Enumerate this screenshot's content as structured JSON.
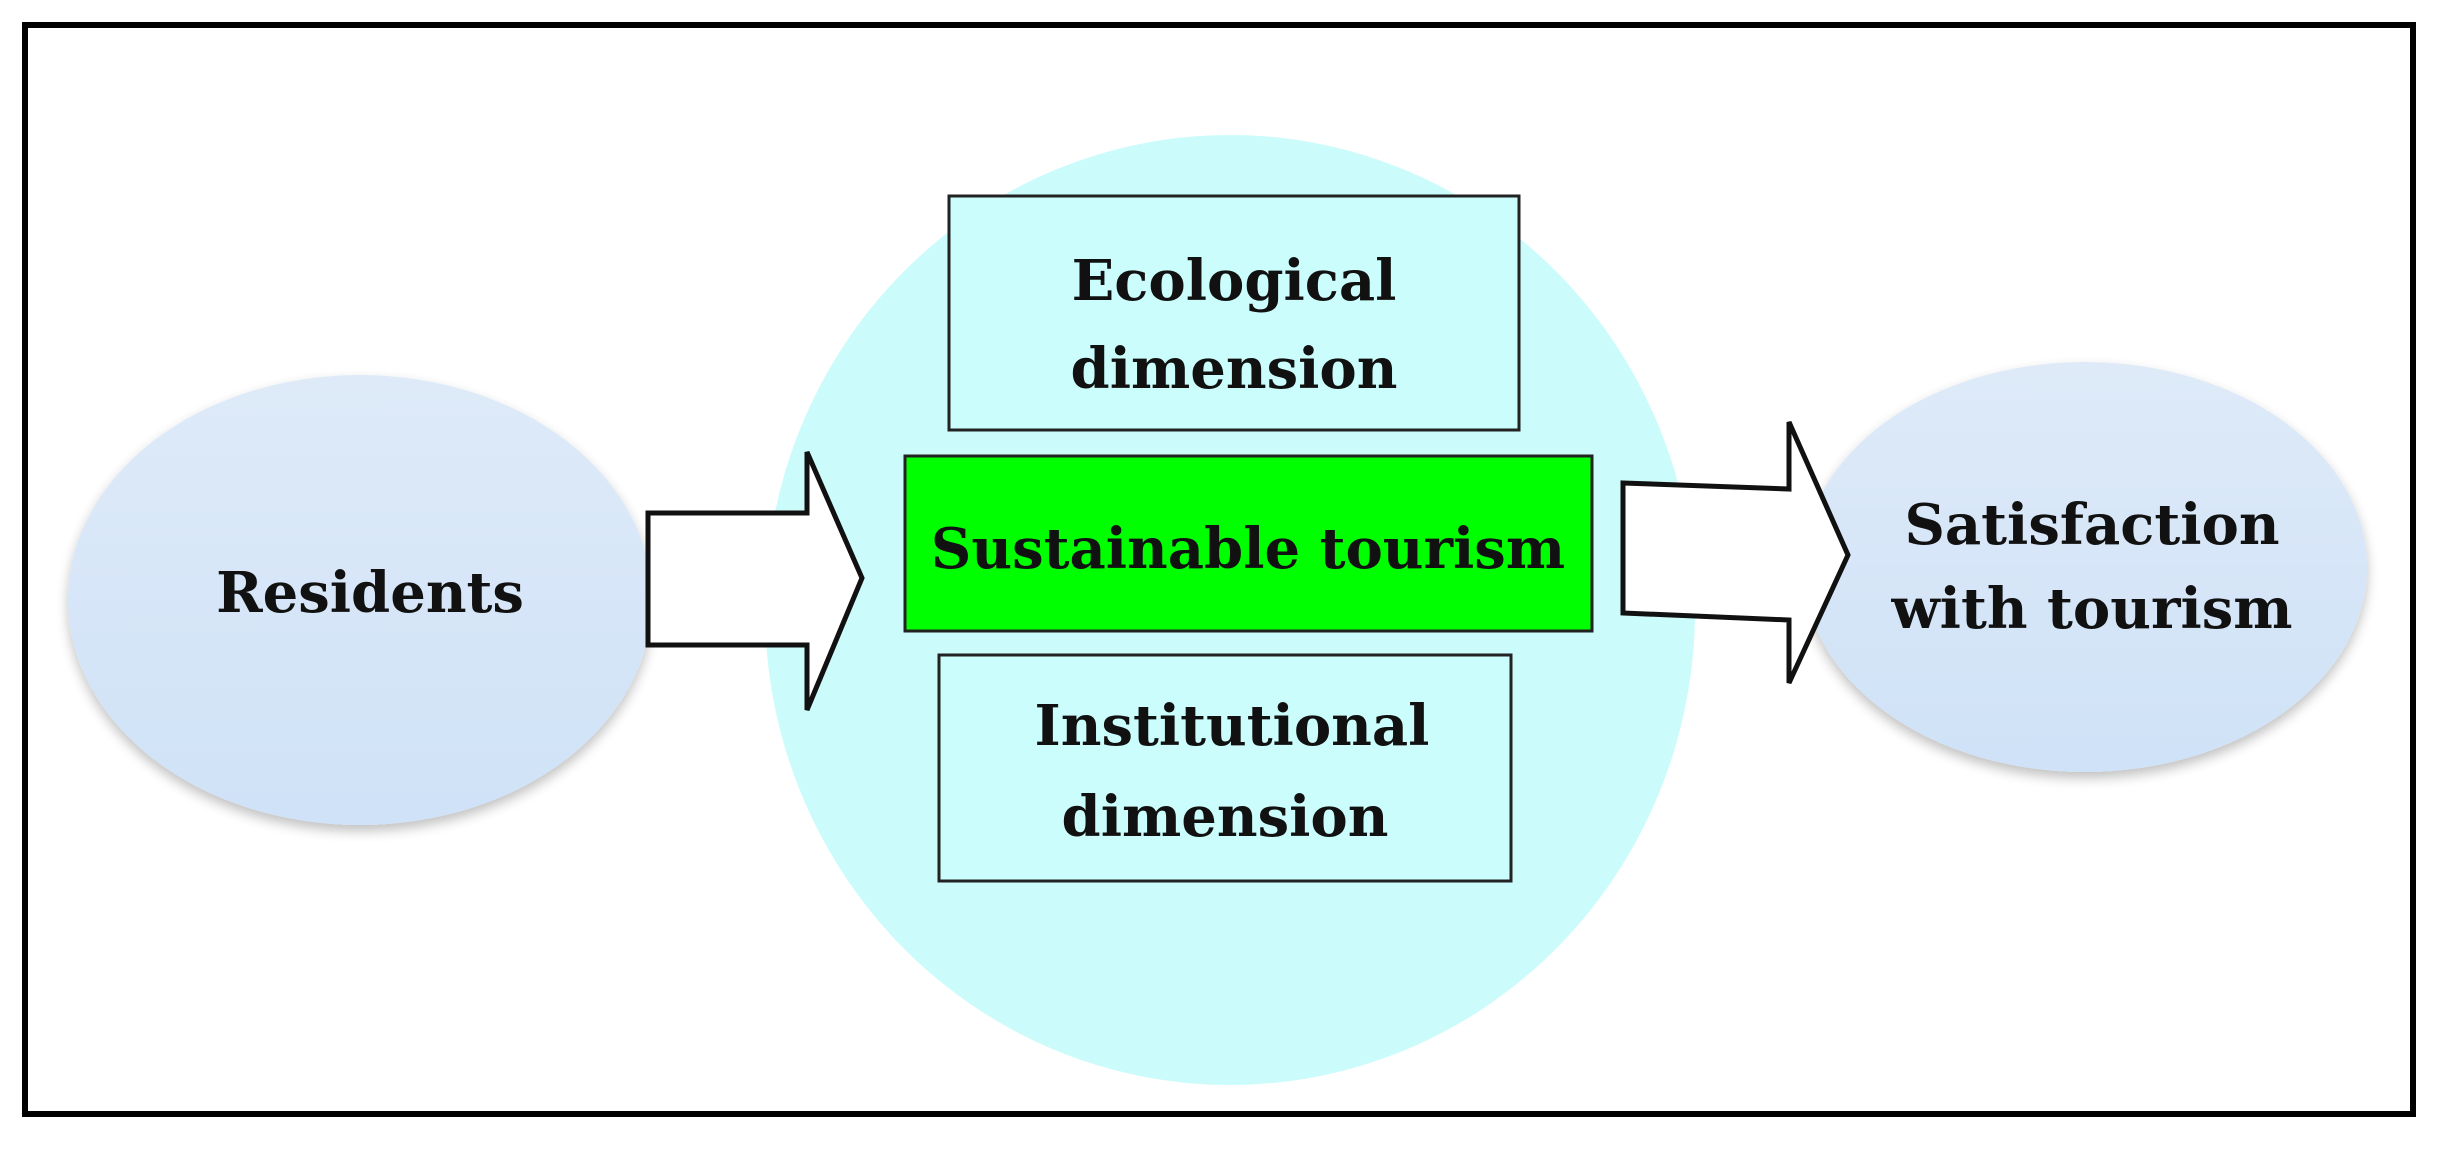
{
  "diagram": {
    "colors": {
      "residents_fill": "#d9e8f8",
      "center_circle_fill": "#c9fbfb",
      "box_fill": "#cbfdfd",
      "core_fill": "#00ff00",
      "satisfaction_fill": "#d9e8f8",
      "stroke": "#222222"
    },
    "nodes": {
      "residents": {
        "label": "Residents"
      },
      "ecological": {
        "line1": "Ecological",
        "line2": "dimension"
      },
      "sustainable": {
        "label": "Sustainable tourism"
      },
      "institutional": {
        "line1": "Institutional",
        "line2": "dimension"
      },
      "satisfaction": {
        "line1": "Satisfaction",
        "line2": "with tourism"
      }
    },
    "edges": [
      {
        "from": "residents",
        "to": "sustainable",
        "style": "block-arrow"
      },
      {
        "from": "sustainable",
        "to": "satisfaction",
        "style": "block-arrow"
      }
    ]
  }
}
